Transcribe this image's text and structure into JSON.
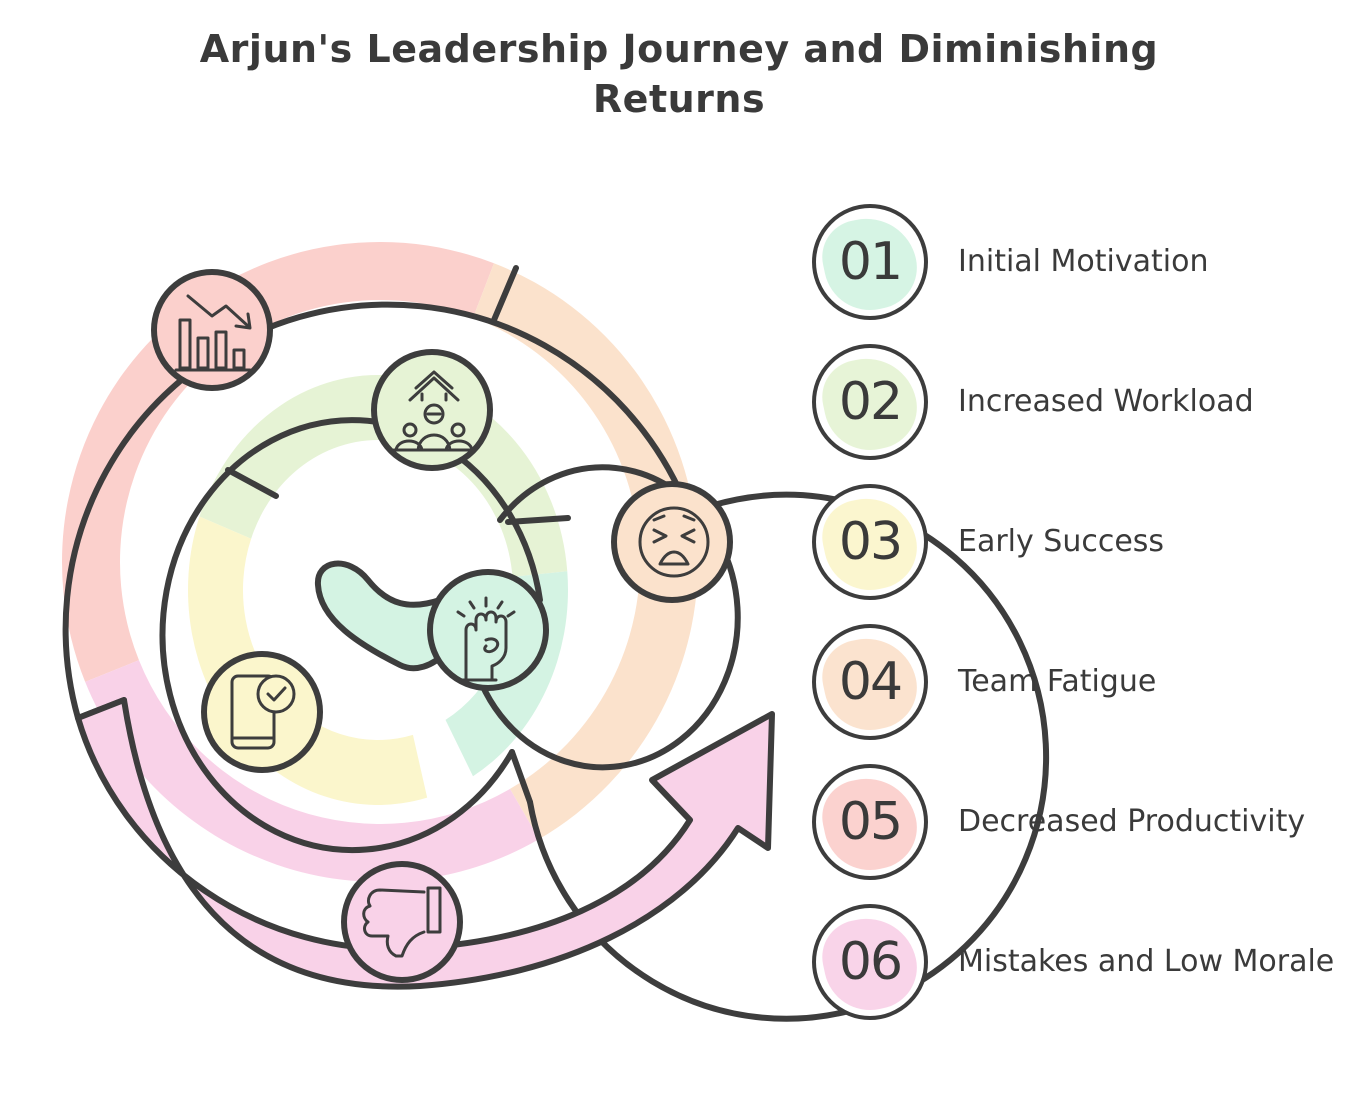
{
  "title": {
    "line1": "Arjun's Leadership Journey and Diminishing",
    "line2": "Returns"
  },
  "colors": {
    "outline": "#3d3d3d",
    "mint": "#d4f3e3",
    "light_green": "#e6f3d5",
    "yellow": "#fbf6cc",
    "peach": "#fbe2cc",
    "salmon": "#fbd0cc",
    "pink": "#f9d2e8"
  },
  "stages": [
    {
      "number": "01",
      "label": "Initial Motivation",
      "color": "#d4f3e3",
      "icon": "raised-fist-icon"
    },
    {
      "number": "02",
      "label": "Increased Workload",
      "color": "#e6f3d5",
      "icon": "team-growth-icon"
    },
    {
      "number": "03",
      "label": "Early Success",
      "color": "#fbf6cc",
      "icon": "phone-check-icon"
    },
    {
      "number": "04",
      "label": "Team Fatigue",
      "color": "#fbe2cc",
      "icon": "tired-face-icon"
    },
    {
      "number": "05",
      "label": "Decreased Productivity",
      "color": "#fbd0cc",
      "icon": "declining-chart-icon"
    },
    {
      "number": "06",
      "label": "Mistakes and Low Morale",
      "color": "#f9d2e8",
      "icon": "thumbs-down-icon"
    }
  ]
}
